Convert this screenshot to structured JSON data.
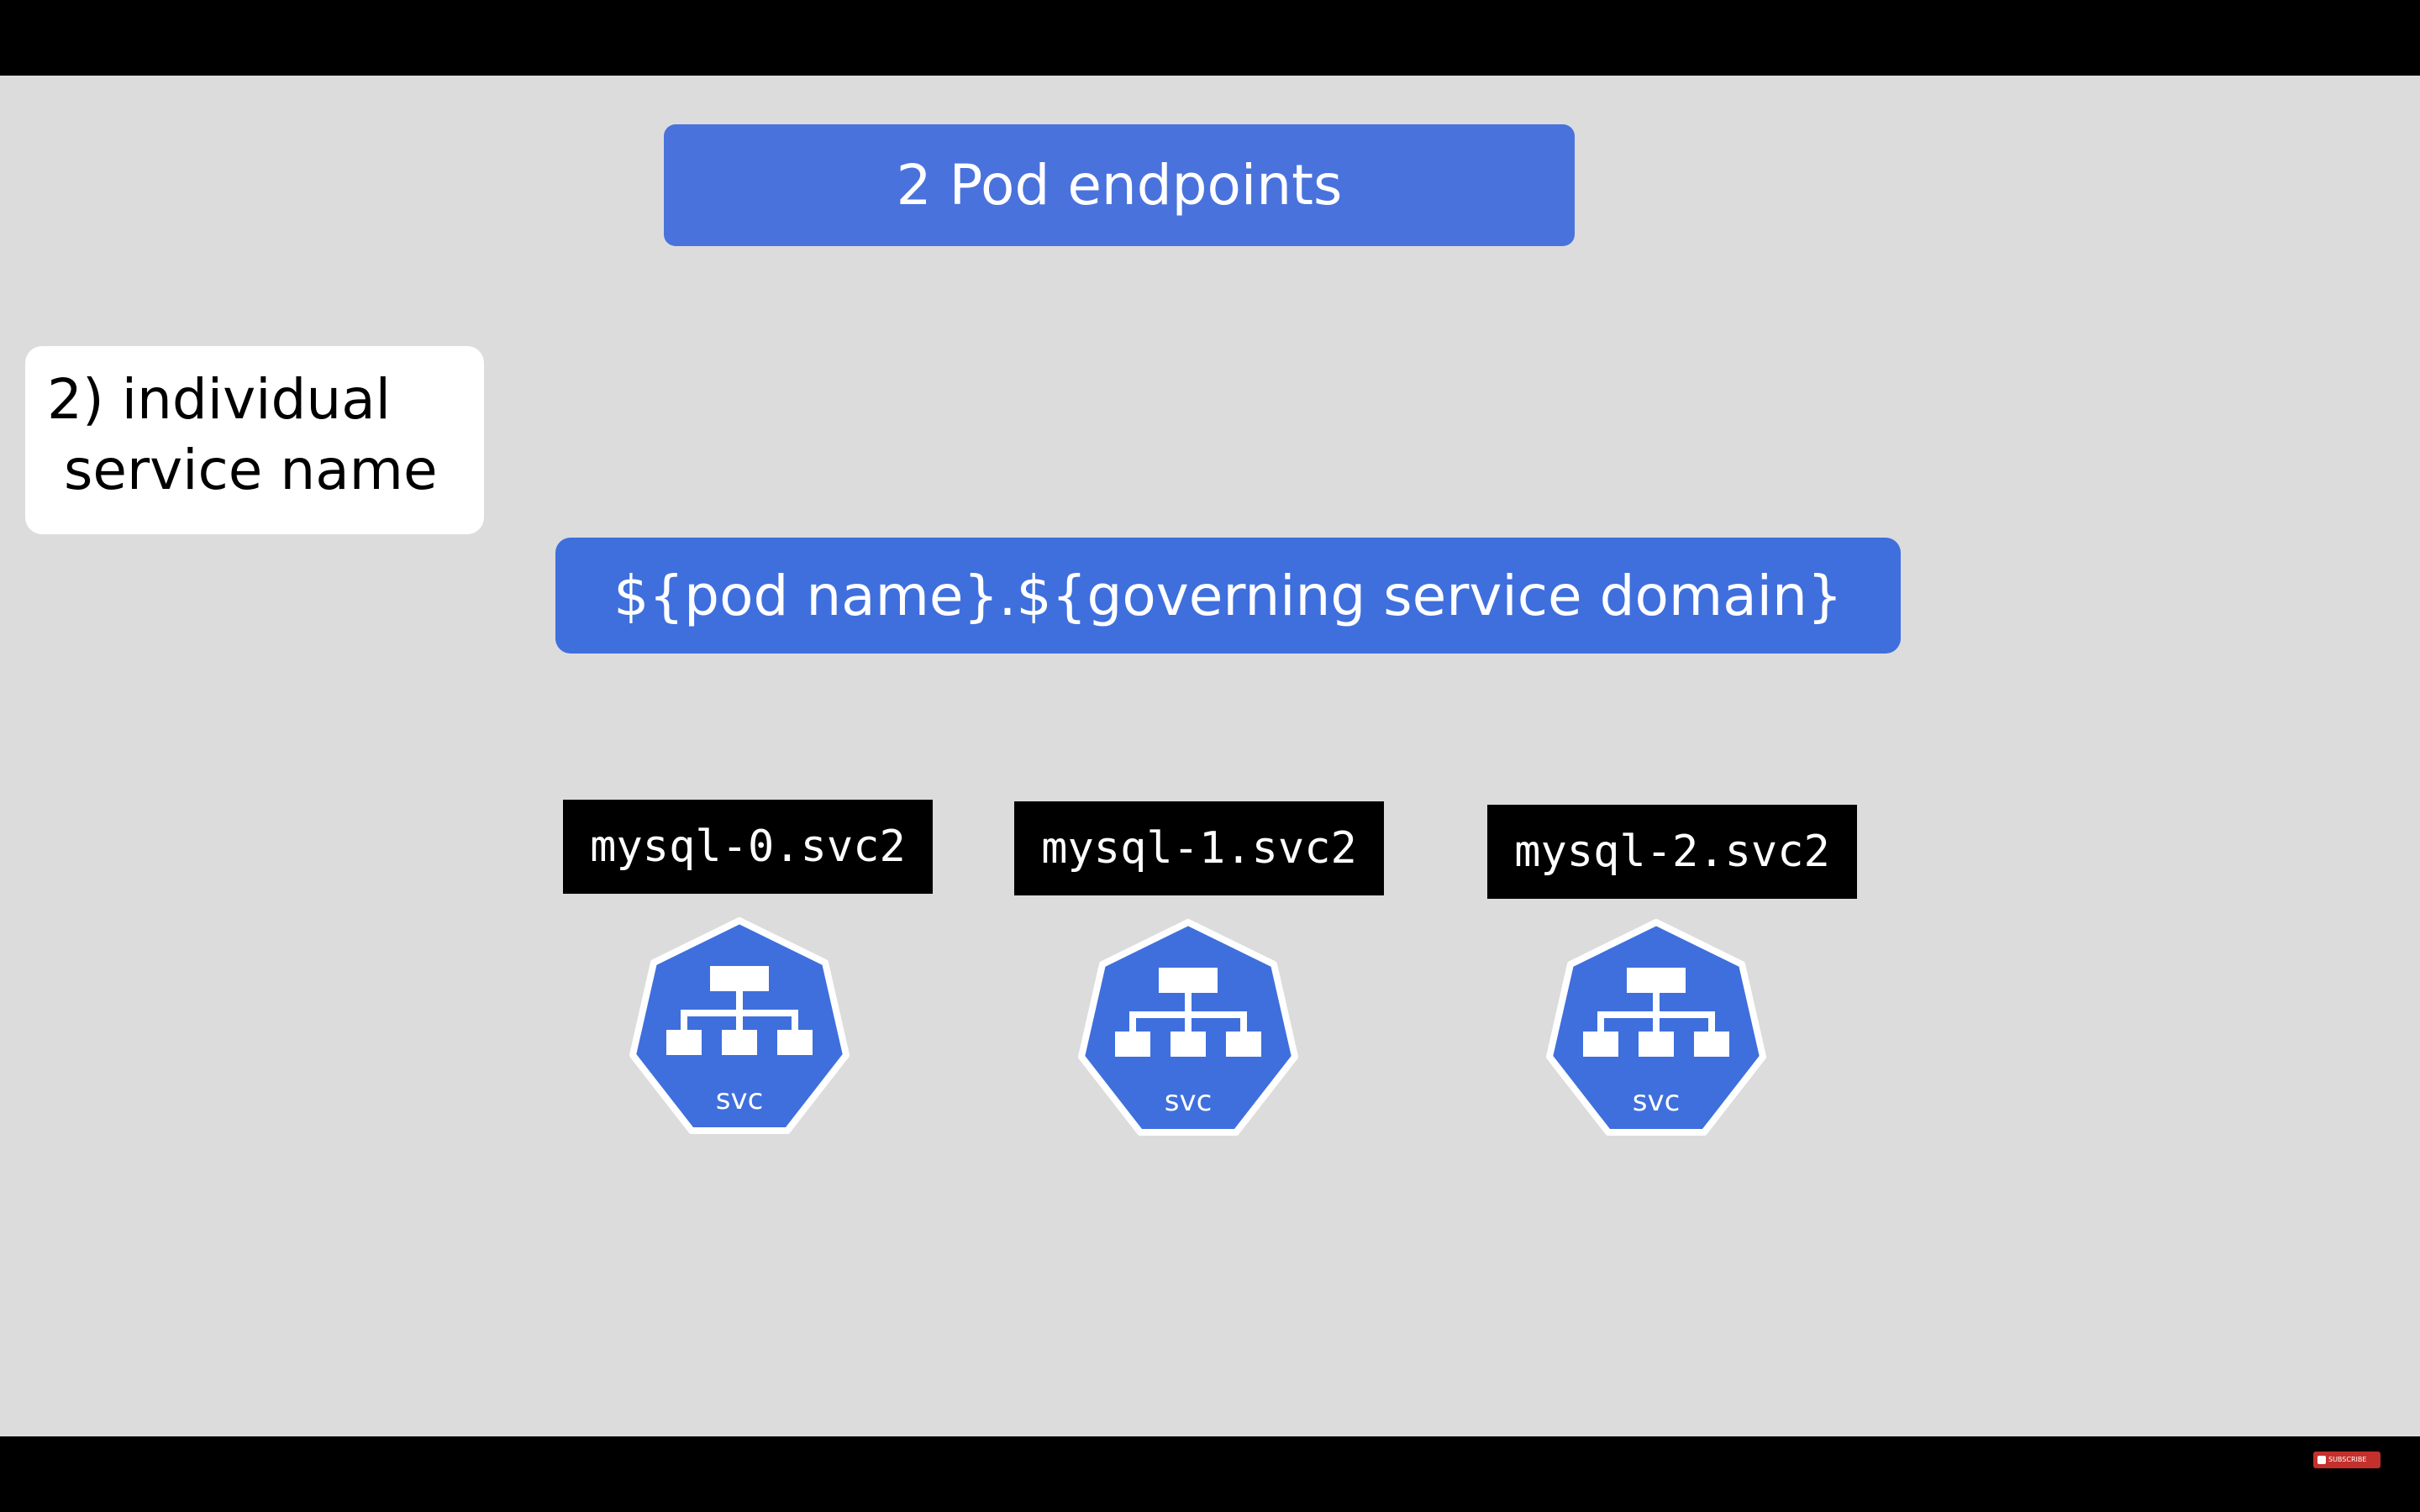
{
  "slide": {
    "title": "2 Pod endpoints",
    "note": {
      "line1": "2) individual",
      "line2": "service name"
    },
    "formula": "${pod name}.${governing service domain}",
    "pods": [
      {
        "label": "mysql-0.svc2",
        "icon": "kubernetes-svc-icon",
        "icon_text": "svc"
      },
      {
        "label": "mysql-1.svc2",
        "icon": "kubernetes-svc-icon",
        "icon_text": "svc"
      },
      {
        "label": "mysql-2.svc2",
        "icon": "kubernetes-svc-icon",
        "icon_text": "svc"
      }
    ]
  },
  "player": {
    "subscribe_label": "SUBSCRIBE"
  },
  "colors": {
    "slide_background": "#dcdcdc",
    "title_box": "#4a72dd",
    "formula_box": "#3f6fdd",
    "svc_icon": "#3f6fdd",
    "label_box": "#000000",
    "subscribe": "#c4302b"
  }
}
